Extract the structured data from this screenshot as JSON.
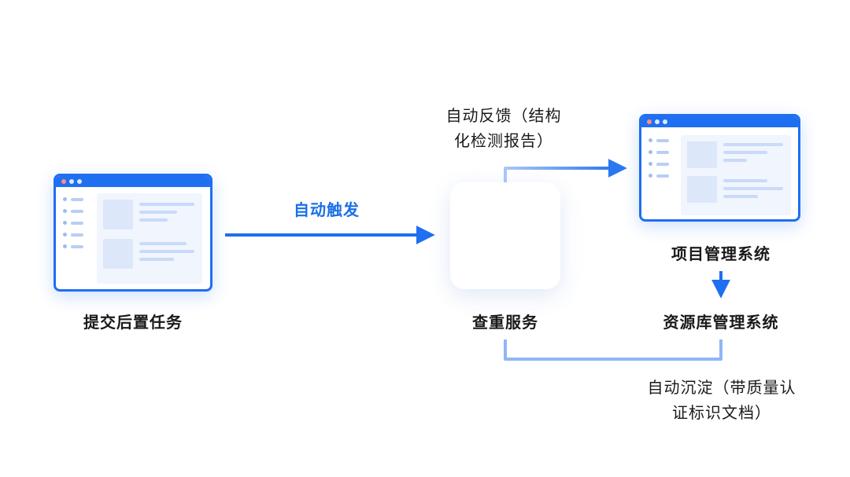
{
  "nodes": {
    "submit": {
      "label": "提交后置任务"
    },
    "dedup": {
      "label": "查重服务"
    },
    "project": {
      "label": "项目管理系统"
    },
    "repo": {
      "label": "资源库管理系统"
    }
  },
  "edges": {
    "auto_trigger": {
      "label": "自动触发"
    },
    "auto_feedback": {
      "line1": "自动反馈（结构",
      "line2": "化检测报告）"
    },
    "auto_deposit": {
      "line1": "自动沉淀（带质量认",
      "line2": "证标识文档）"
    }
  },
  "colors": {
    "primary": "#1f6ff0",
    "accent_text": "#1a6fe8",
    "light_line": "#8fb6f7",
    "label": "#1a1a1a"
  },
  "icons": {
    "window": "app-window-icon",
    "service": "stack-layers-icon"
  }
}
